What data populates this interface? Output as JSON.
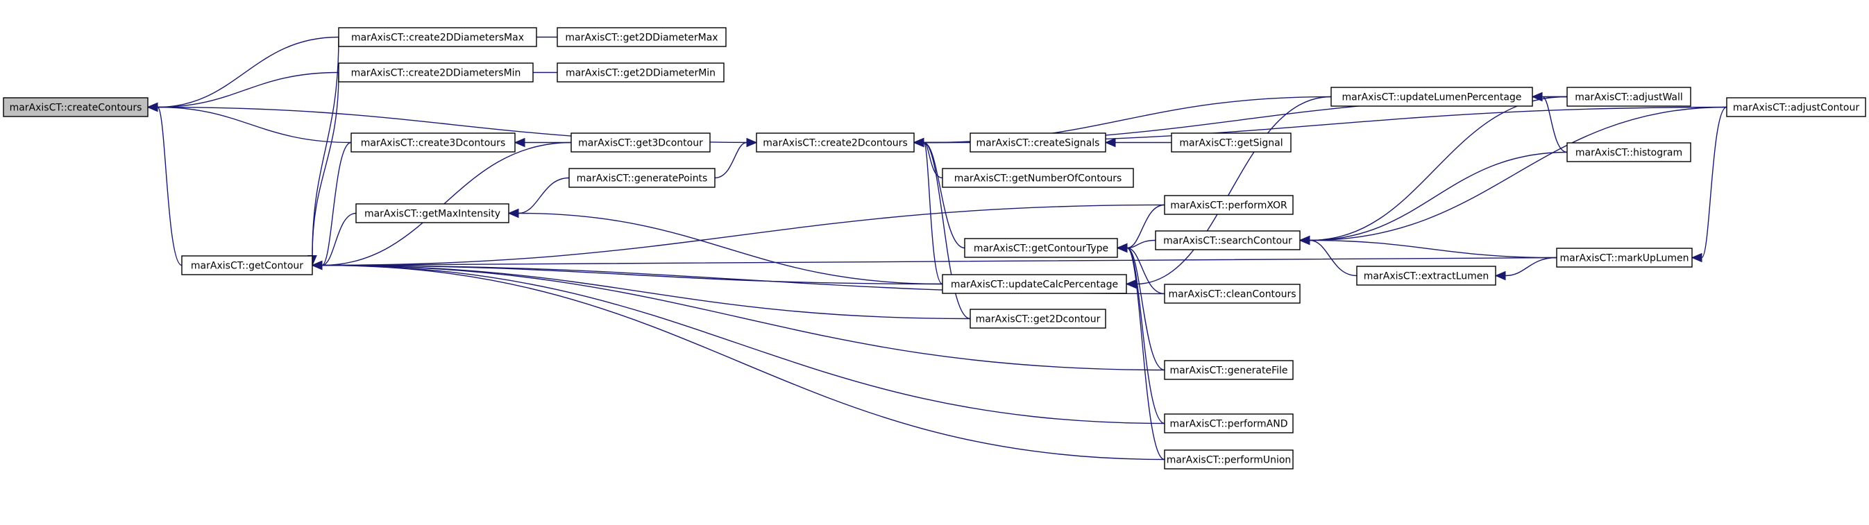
{
  "title": "",
  "colors": {
    "edge": "#191970",
    "root_fill": "#bfbfbf",
    "node_fill": "#ffffff",
    "node_border": "#000000"
  },
  "nodes": [
    {
      "id": "createContours",
      "label": "marAxisCT::createContours",
      "root": true
    },
    {
      "id": "create2DDiametersMax",
      "label": "marAxisCT::create2DDiametersMax"
    },
    {
      "id": "get2DDiameterMax",
      "label": "marAxisCT::get2DDiameterMax"
    },
    {
      "id": "create2DDiametersMin",
      "label": "marAxisCT::create2DDiametersMin"
    },
    {
      "id": "get2DDiameterMin",
      "label": "marAxisCT::get2DDiameterMin"
    },
    {
      "id": "create3Dcontours",
      "label": "marAxisCT::create3Dcontours"
    },
    {
      "id": "get3Dcontour",
      "label": "marAxisCT::get3Dcontour"
    },
    {
      "id": "generatePoints",
      "label": "marAxisCT::generatePoints"
    },
    {
      "id": "getMaxIntensity",
      "label": "marAxisCT::getMaxIntensity"
    },
    {
      "id": "getContour",
      "label": "marAxisCT::getContour"
    },
    {
      "id": "create2Dcontours",
      "label": "marAxisCT::create2Dcontours"
    },
    {
      "id": "createSignals",
      "label": "marAxisCT::createSignals"
    },
    {
      "id": "getSignal",
      "label": "marAxisCT::getSignal"
    },
    {
      "id": "getNumberOfContours",
      "label": "marAxisCT::getNumberOfContours"
    },
    {
      "id": "getContourType",
      "label": "marAxisCT::getContourType"
    },
    {
      "id": "updateCalcPercentage",
      "label": "marAxisCT::updateCalcPercentage"
    },
    {
      "id": "get2Dcontour",
      "label": "marAxisCT::get2Dcontour"
    },
    {
      "id": "updateLumenPercentage",
      "label": "marAxisCT::updateLumenPercentage"
    },
    {
      "id": "adjustWall",
      "label": "marAxisCT::adjustWall"
    },
    {
      "id": "histogram",
      "label": "marAxisCT::histogram"
    },
    {
      "id": "performXOR",
      "label": "marAxisCT::performXOR"
    },
    {
      "id": "searchContour",
      "label": "marAxisCT::searchContour"
    },
    {
      "id": "extractLumen",
      "label": "marAxisCT::extractLumen"
    },
    {
      "id": "markUpLumen",
      "label": "marAxisCT::markUpLumen"
    },
    {
      "id": "adjustContour",
      "label": "marAxisCT::adjustContour"
    },
    {
      "id": "cleanContours",
      "label": "marAxisCT::cleanContours"
    },
    {
      "id": "generateFile",
      "label": "marAxisCT::generateFile"
    },
    {
      "id": "performAND",
      "label": "marAxisCT::performAND"
    },
    {
      "id": "performUnion",
      "label": "marAxisCT::performUnion"
    }
  ],
  "edges": [
    {
      "from": "create2DDiametersMax",
      "to": "createContours"
    },
    {
      "from": "create2DDiametersMin",
      "to": "createContours"
    },
    {
      "from": "create3Dcontours",
      "to": "createContours"
    },
    {
      "from": "getContour",
      "to": "createContours"
    },
    {
      "from": "create2Dcontours",
      "to": "createContours"
    },
    {
      "from": "get2DDiameterMax",
      "to": "create2DDiametersMax"
    },
    {
      "from": "get2DDiameterMin",
      "to": "create2DDiametersMin"
    },
    {
      "from": "get3Dcontour",
      "to": "create3Dcontours"
    },
    {
      "from": "generatePoints",
      "to": "getMaxIntensity"
    },
    {
      "from": "getMaxIntensity",
      "to": "getContour"
    },
    {
      "from": "create2DDiametersMax",
      "to": "getContour"
    },
    {
      "from": "create2DDiametersMin",
      "to": "getContour"
    },
    {
      "from": "create3Dcontours",
      "to": "getContour"
    },
    {
      "from": "get3Dcontour",
      "to": "getContour"
    },
    {
      "from": "performXOR",
      "to": "getContour"
    },
    {
      "from": "updateCalcPercentage",
      "to": "getContour"
    },
    {
      "from": "get2Dcontour",
      "to": "getContour"
    },
    {
      "from": "cleanContours",
      "to": "getContour"
    },
    {
      "from": "generateFile",
      "to": "getContour"
    },
    {
      "from": "performAND",
      "to": "getContour"
    },
    {
      "from": "performUnion",
      "to": "getContour"
    },
    {
      "from": "markUpLumen",
      "to": "getContour"
    },
    {
      "from": "generatePoints",
      "to": "create2Dcontours"
    },
    {
      "from": "createSignals",
      "to": "create2Dcontours"
    },
    {
      "from": "getNumberOfContours",
      "to": "create2Dcontours"
    },
    {
      "from": "getContourType",
      "to": "create2Dcontours"
    },
    {
      "from": "updateCalcPercentage",
      "to": "create2Dcontours"
    },
    {
      "from": "get2Dcontour",
      "to": "create2Dcontours"
    },
    {
      "from": "updateLumenPercentage",
      "to": "create2Dcontours"
    },
    {
      "from": "adjustWall",
      "to": "create2Dcontours"
    },
    {
      "from": "adjustContour",
      "to": "create2Dcontours"
    },
    {
      "from": "getSignal",
      "to": "createSignals"
    },
    {
      "from": "updateLumenPercentage",
      "to": "updateCalcPercentage"
    },
    {
      "from": "updateCalcPercentage",
      "to": "getMaxIntensity"
    },
    {
      "from": "performXOR",
      "to": "getContourType"
    },
    {
      "from": "searchContour",
      "to": "getContourType"
    },
    {
      "from": "cleanContours",
      "to": "getContourType"
    },
    {
      "from": "generateFile",
      "to": "getContourType"
    },
    {
      "from": "performAND",
      "to": "getContourType"
    },
    {
      "from": "performUnion",
      "to": "getContourType"
    },
    {
      "from": "adjustWall",
      "to": "updateLumenPercentage"
    },
    {
      "from": "histogram",
      "to": "updateLumenPercentage"
    },
    {
      "from": "adjustWall",
      "to": "searchContour"
    },
    {
      "from": "histogram",
      "to": "searchContour"
    },
    {
      "from": "extractLumen",
      "to": "searchContour"
    },
    {
      "from": "markUpLumen",
      "to": "searchContour"
    },
    {
      "from": "adjustContour",
      "to": "searchContour"
    },
    {
      "from": "markUpLumen",
      "to": "extractLumen"
    },
    {
      "from": "adjustContour",
      "to": "markUpLumen"
    }
  ]
}
